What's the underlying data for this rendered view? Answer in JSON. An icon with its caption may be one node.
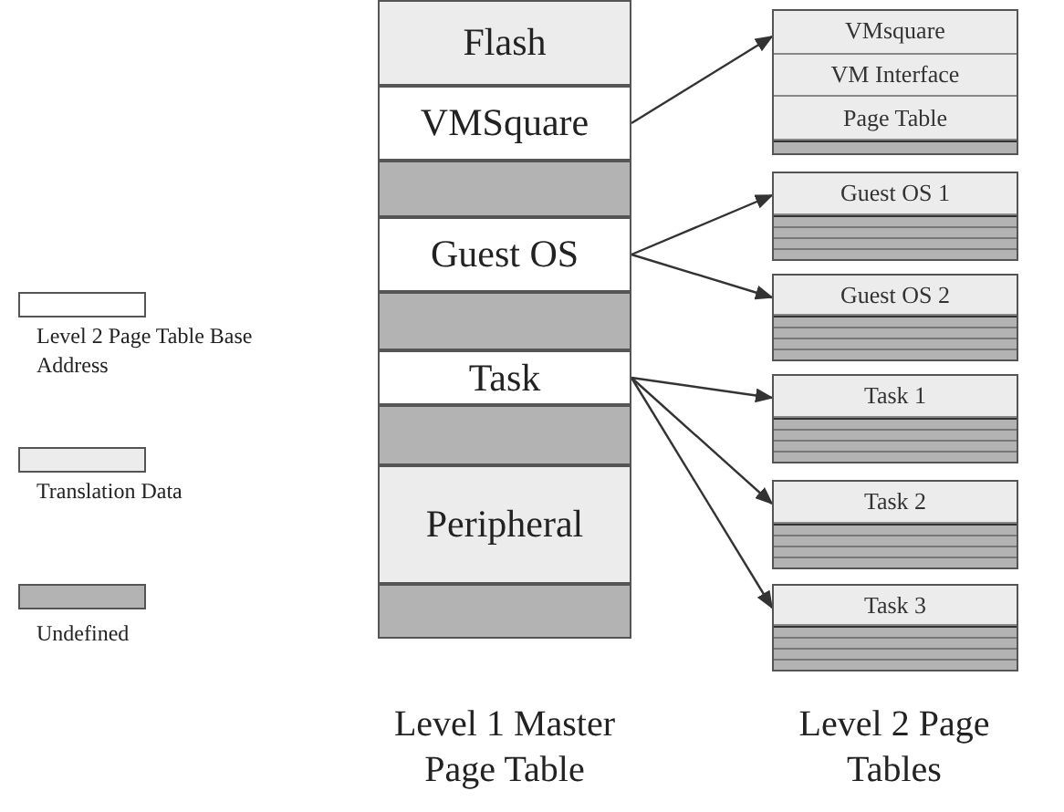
{
  "diagram": {
    "nodes": [
      {
        "text": [
          "Flash"
        ]
      },
      {
        "text": [
          "VMSquare"
        ]
      },
      {
        "text": [],
        "shape": "bar"
      },
      {
        "text": [
          "Guest OS"
        ]
      },
      {
        "text": [],
        "shape": "bar"
      },
      {
        "text": [
          "Task"
        ]
      },
      {
        "text": [],
        "shape": "bar"
      },
      {
        "text": [
          "Peripheral"
        ]
      },
      {
        "text": [],
        "shape": "bar"
      },
      {
        "text": [
          "VMsquare",
          "VM Interface",
          "Page Table"
        ]
      },
      {
        "text": [
          "Guest OS 1"
        ]
      },
      {
        "text": [
          "Guest OS 2"
        ]
      },
      {
        "text": [
          "Task 1"
        ]
      },
      {
        "text": [
          "Task 2"
        ]
      },
      {
        "text": [
          "Task 3"
        ]
      }
    ],
    "edges": [
      {
        "from": 1,
        "to": 9,
        "arrow": "to"
      },
      {
        "from": 3,
        "to": 10,
        "arrow": "to"
      },
      {
        "from": 3,
        "to": 11,
        "arrow": "to"
      },
      {
        "from": 5,
        "to": 12,
        "arrow": "to"
      },
      {
        "from": 5,
        "to": 13,
        "arrow": "to"
      },
      {
        "from": 5,
        "to": 14,
        "arrow": "to"
      }
    ],
    "labels": [
      "Level 1 Master Page Table",
      "Level 2 Page Tables"
    ],
    "legend": [
      {
        "text": "Level 2 Page Table Base Address",
        "color": "#ffffff"
      },
      {
        "text": "Translation Data",
        "color": "#ececec"
      },
      {
        "text": "Undefined",
        "color": "#b3b3b3"
      }
    ]
  }
}
